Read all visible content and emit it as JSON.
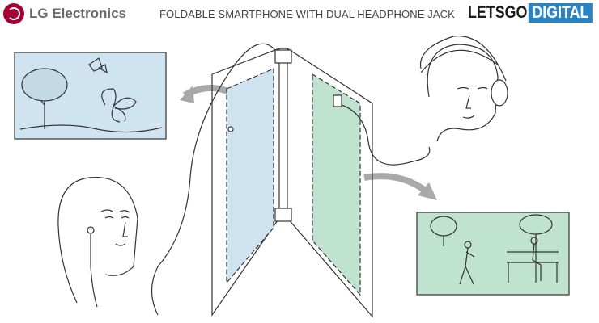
{
  "header": {
    "brand": "LG Electronics",
    "title": "FOLDABLE SMARTPHONE WITH DUAL HEADPHONE JACK",
    "source_logo_part1": "LETSGO",
    "source_logo_part2": "DIGITAL"
  },
  "colors": {
    "left_screen": "#cfe3f0",
    "right_screen": "#bfe3cf",
    "arrow": "#a9a9a9",
    "lg_brand": "#a50034",
    "letsgo_accent": "#2a84c4"
  }
}
